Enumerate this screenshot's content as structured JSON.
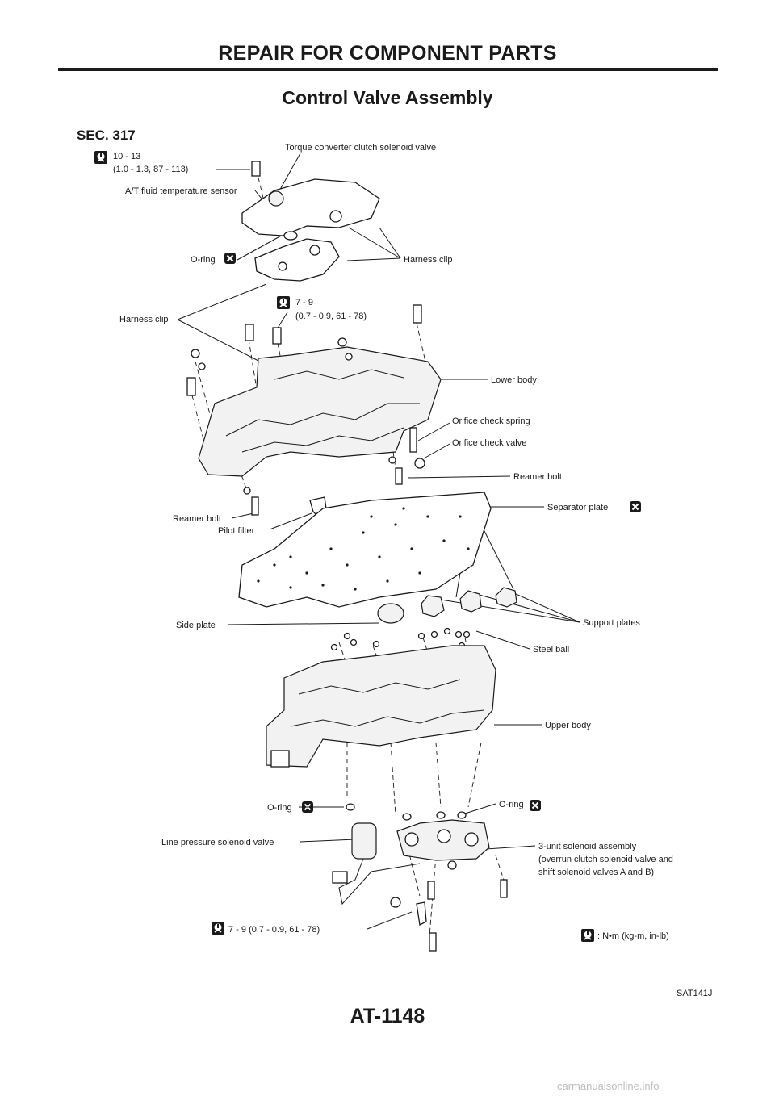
{
  "header": {
    "title": "REPAIR FOR COMPONENT PARTS"
  },
  "section": {
    "title": "Control Valve Assembly",
    "sec": "SEC. 317"
  },
  "labels": {
    "torque1_line1": "10 - 13",
    "torque1_line2": "(1.0 - 1.3, 87 - 113)",
    "tcc_solenoid": "Torque converter clutch solenoid valve",
    "temp_sensor": "A/T fluid temperature sensor",
    "oring_top": "O-ring",
    "harness_clip_right": "Harness clip",
    "torque2_line1": "7 - 9",
    "torque2_line2": "(0.7 - 0.9, 61 - 78)",
    "harness_clip_left": "Harness clip",
    "lower_body": "Lower body",
    "orifice_spring": "Orifice check spring",
    "orifice_valve": "Orifice check valve",
    "reamer_bolt_right": "Reamer bolt",
    "reamer_bolt_left": "Reamer bolt",
    "pilot_filter": "Pilot filter",
    "separator_plate": "Separator plate",
    "side_plate": "Side plate",
    "support_plates": "Support plates",
    "steel_ball": "Steel ball",
    "upper_body": "Upper body",
    "oring_left": "O-ring",
    "oring_right": "O-ring",
    "line_pressure": "Line pressure solenoid valve",
    "three_unit_line1": "3-unit solenoid assembly",
    "three_unit_line2": "(overrun clutch solenoid valve and",
    "three_unit_line3": "shift solenoid valves A and B)",
    "torque3": "7 - 9 (0.7 - 0.9, 61 - 78)",
    "legend": ": N•m (kg-m, in-lb)"
  },
  "figure_id": "SAT141J",
  "page_number": "AT-1148",
  "watermark": "carmanualsonline.info"
}
